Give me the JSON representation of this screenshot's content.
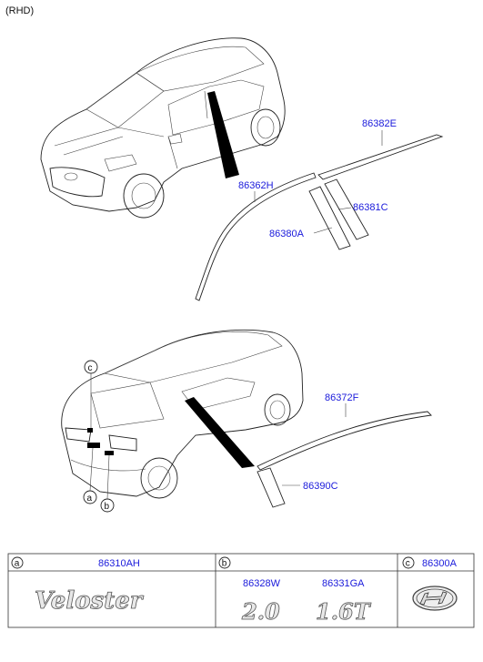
{
  "variant_label": "(RHD)",
  "top_view": {
    "parts": [
      {
        "id": "86382E",
        "label": "86382E"
      },
      {
        "id": "86362H",
        "label": "86362H"
      },
      {
        "id": "86381C",
        "label": "86381C"
      },
      {
        "id": "86380A",
        "label": "86380A"
      }
    ]
  },
  "rear_view": {
    "parts": [
      {
        "id": "86372F",
        "label": "86372F"
      },
      {
        "id": "86390C",
        "label": "86390C"
      }
    ],
    "callouts": [
      "c",
      "a",
      "b"
    ]
  },
  "table": {
    "cells": [
      {
        "letter": "a",
        "parts": [
          "86310AH"
        ],
        "emblem": "Veloster"
      },
      {
        "letter": "b",
        "parts": [
          "86328W",
          "86331GA"
        ],
        "emblems": [
          "2.0",
          "1.6T"
        ]
      },
      {
        "letter": "c",
        "parts": [
          "86300A"
        ],
        "emblem_icon": "hyundai-logo-icon"
      }
    ]
  },
  "colors": {
    "part_number": "#1a1adb",
    "line": "#222222"
  }
}
